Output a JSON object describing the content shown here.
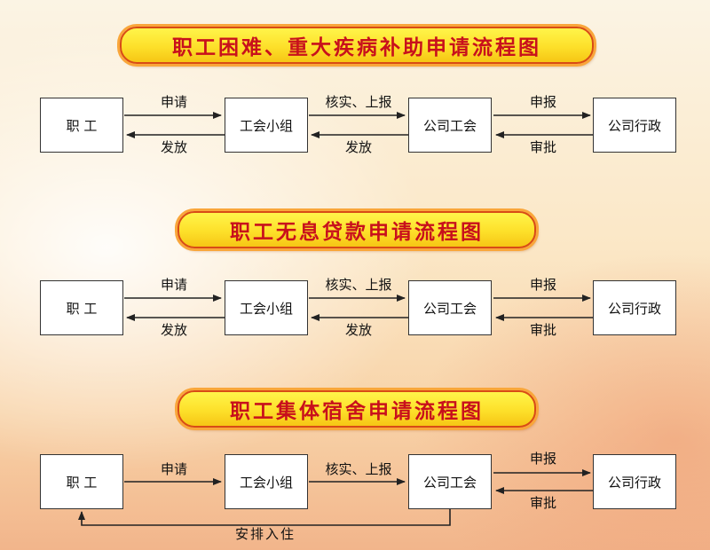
{
  "flows": [
    {
      "title": "职工困难、重大疾病补助申请流程图",
      "nodes": [
        "职 工",
        "工会小组",
        "公司工会",
        "公司行政"
      ],
      "edges": [
        {
          "forward": "申请",
          "back": "发放"
        },
        {
          "forward": "核实、上报",
          "back": "发放"
        },
        {
          "forward": "申报",
          "back": "审批"
        }
      ]
    },
    {
      "title": "职工无息贷款申请流程图",
      "nodes": [
        "职 工",
        "工会小组",
        "公司工会",
        "公司行政"
      ],
      "edges": [
        {
          "forward": "申请",
          "back": "发放"
        },
        {
          "forward": "核实、上报",
          "back": "发放"
        },
        {
          "forward": "申报",
          "back": "审批"
        }
      ]
    },
    {
      "title": "职工集体宿舍申请流程图",
      "nodes": [
        "职 工",
        "工会小组",
        "公司工会",
        "公司行政"
      ],
      "edges": [
        {
          "forward": "申请"
        },
        {
          "forward": "核实、上报"
        },
        {
          "forward": "申报",
          "back": "审批"
        }
      ],
      "return_label": "安排入住"
    }
  ]
}
